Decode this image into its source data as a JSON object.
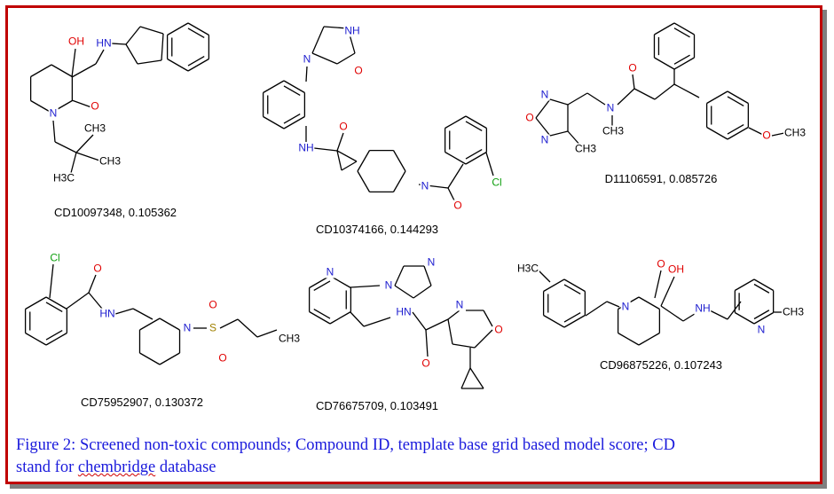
{
  "figure": {
    "caption_line1": "Figure 2: Screened non-toxic compounds; Compound ID, template base grid based model score; CD",
    "caption_line2_pre": "stand for ",
    "caption_line2_word": "chembridge",
    "caption_line2_post": " database",
    "border_color": "#c00000"
  },
  "compounds": [
    {
      "label": "CD10097348, 0.105362",
      "atoms": [
        "OH",
        "HN",
        "N",
        "O",
        "CH3",
        "CH3",
        "H3C"
      ]
    },
    {
      "label": "CD10374166, 0.144293",
      "atoms": [
        "NH",
        "N",
        "O",
        "NH",
        "O",
        "N",
        "O",
        "Cl"
      ]
    },
    {
      "label": "D11106591, 0.085726",
      "atoms": [
        "N",
        "O",
        "N",
        "N",
        "O",
        "CH3",
        "CH3",
        "O",
        "CH3"
      ]
    },
    {
      "label": "CD75952907, 0.130372",
      "atoms": [
        "Cl",
        "O",
        "HN",
        "N",
        "S",
        "O",
        "O",
        "CH3"
      ]
    },
    {
      "label": "CD76675709, 0.103491",
      "atoms": [
        "N",
        "N",
        "N",
        "HN",
        "O",
        "N",
        "O"
      ]
    },
    {
      "label": "CD96875226, 0.107243",
      "atoms": [
        "H3C",
        "N",
        "O",
        "OH",
        "NH",
        "N",
        "CH3"
      ]
    }
  ]
}
